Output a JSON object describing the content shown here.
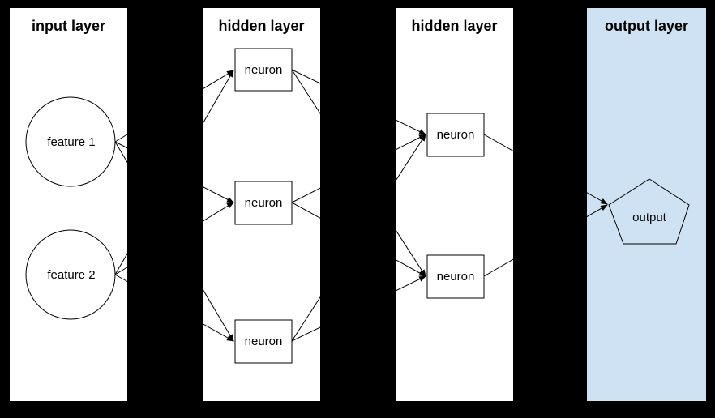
{
  "colors": {
    "background": "#000000",
    "panel": "#ffffff",
    "output_panel": "#cfe2f3",
    "stroke": "#000000",
    "text": "#000000"
  },
  "layers": [
    {
      "title": "input layer",
      "nodes": [
        {
          "id": "feature-1",
          "label": "feature 1",
          "shape": "circle"
        },
        {
          "id": "feature-2",
          "label": "feature 2",
          "shape": "circle"
        }
      ]
    },
    {
      "title": "hidden layer",
      "nodes": [
        {
          "id": "h1-neuron-1",
          "label": "neuron",
          "shape": "rect"
        },
        {
          "id": "h1-neuron-2",
          "label": "neuron",
          "shape": "rect"
        },
        {
          "id": "h1-neuron-3",
          "label": "neuron",
          "shape": "rect"
        }
      ]
    },
    {
      "title": "hidden layer",
      "nodes": [
        {
          "id": "h2-neuron-1",
          "label": "neuron",
          "shape": "rect"
        },
        {
          "id": "h2-neuron-2",
          "label": "neuron",
          "shape": "rect"
        }
      ]
    },
    {
      "title": "output layer",
      "nodes": [
        {
          "id": "output",
          "label": "output",
          "shape": "pentagon"
        }
      ]
    }
  ],
  "edges": [
    {
      "from": "feature-1",
      "to": "h1-neuron-1"
    },
    {
      "from": "feature-1",
      "to": "h1-neuron-2"
    },
    {
      "from": "feature-1",
      "to": "h1-neuron-3"
    },
    {
      "from": "feature-2",
      "to": "h1-neuron-1"
    },
    {
      "from": "feature-2",
      "to": "h1-neuron-2"
    },
    {
      "from": "feature-2",
      "to": "h1-neuron-3"
    },
    {
      "from": "h1-neuron-1",
      "to": "h2-neuron-1"
    },
    {
      "from": "h1-neuron-1",
      "to": "h2-neuron-2"
    },
    {
      "from": "h1-neuron-2",
      "to": "h2-neuron-1"
    },
    {
      "from": "h1-neuron-2",
      "to": "h2-neuron-2"
    },
    {
      "from": "h1-neuron-3",
      "to": "h2-neuron-1"
    },
    {
      "from": "h1-neuron-3",
      "to": "h2-neuron-2"
    },
    {
      "from": "h2-neuron-1",
      "to": "output"
    },
    {
      "from": "h2-neuron-2",
      "to": "output"
    }
  ]
}
